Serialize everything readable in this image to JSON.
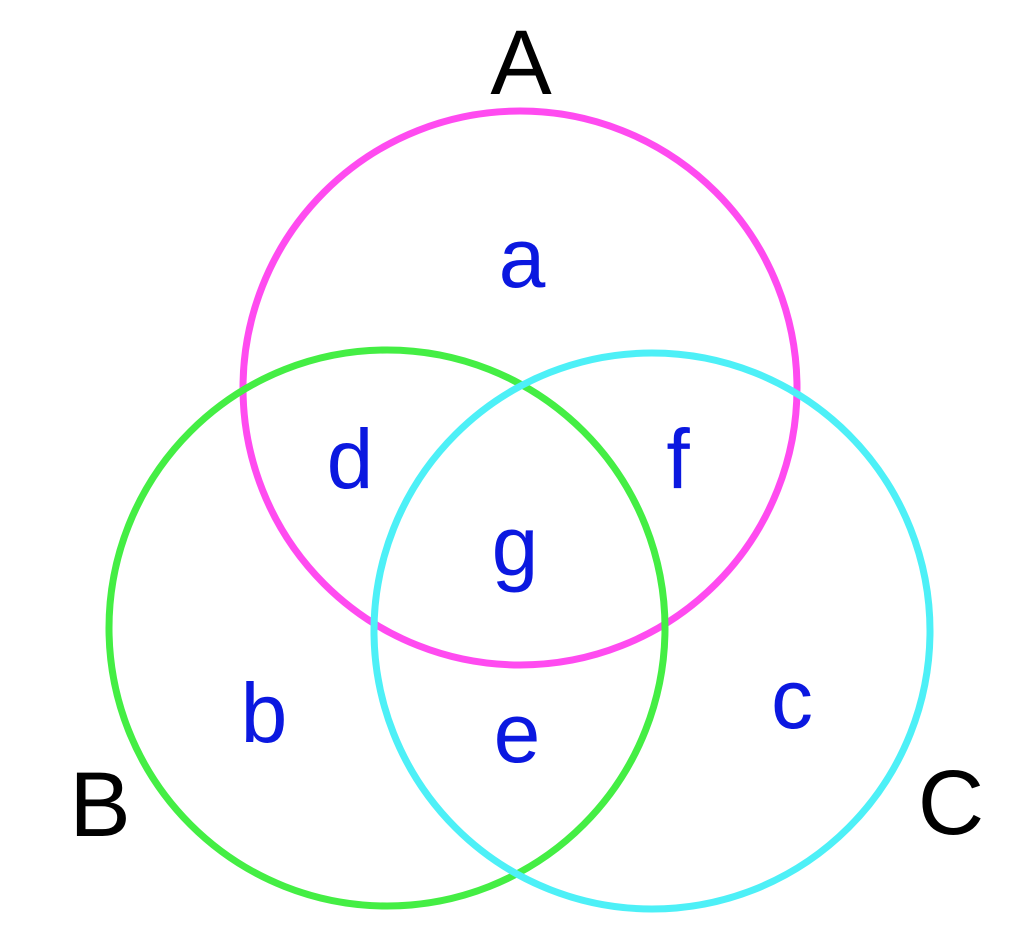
{
  "diagram": {
    "sets": [
      {
        "label": "A",
        "color": "#ff4bf0"
      },
      {
        "label": "B",
        "color": "#44ee44"
      },
      {
        "label": "C",
        "color": "#4df0f7"
      }
    ],
    "regions": {
      "only_a": "a",
      "only_b": "b",
      "only_c": "c",
      "a_and_b": "d",
      "b_and_c": "e",
      "a_and_c": "f",
      "a_b_c": "g"
    },
    "region_text_color": "#0b18e0"
  }
}
